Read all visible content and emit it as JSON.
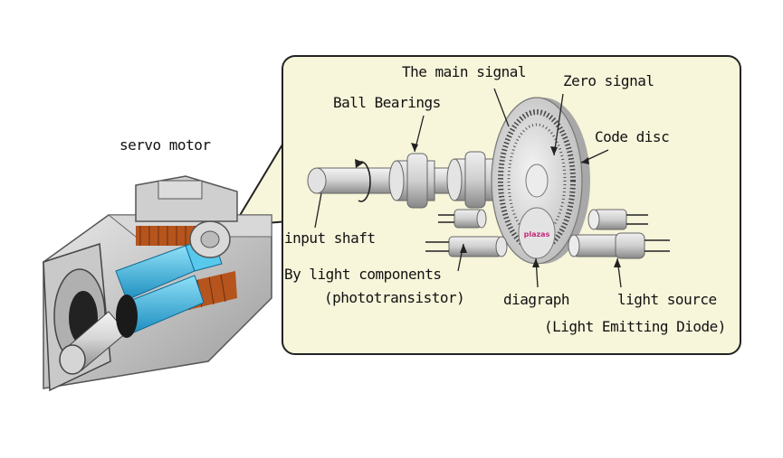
{
  "labels": {
    "servo_motor": "servo motor",
    "main_signal": "The main signal",
    "zero_signal": "Zero signal",
    "ball_bearings": "Ball Bearings",
    "code_disc": "Code disc",
    "input_shaft": "input shaft",
    "light_components": "By light components",
    "phototransistor": "(phototransistor)",
    "diagraph": "diagraph",
    "light_source": "light source",
    "led": "(Light Emitting Diode)"
  },
  "watermark": "plazas",
  "colors": {
    "callout_fill": "#f7f5da",
    "callout_stroke": "#222222",
    "metal": "#bfbfbf",
    "coil_blue": "#3fb6e0",
    "winding": "#b5541c"
  }
}
